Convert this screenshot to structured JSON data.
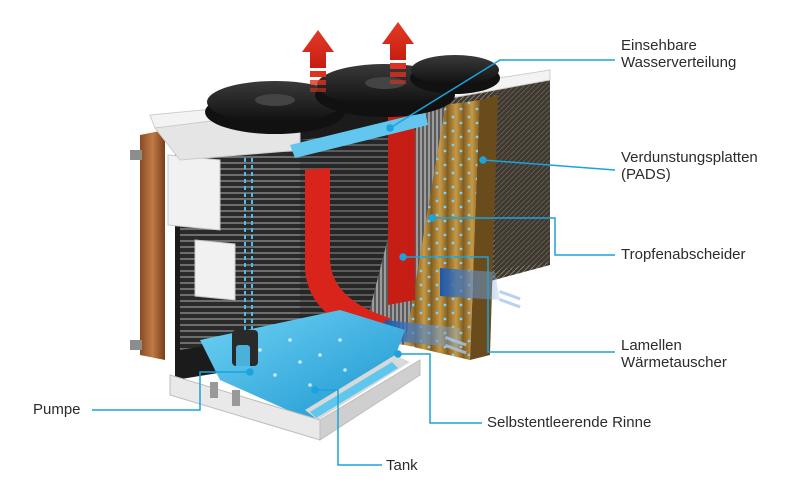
{
  "labels": {
    "wasserverteilung": [
      "Einsehbare",
      "Wasserverteilung"
    ],
    "pads": [
      "Verdunstungsplatten",
      "(PADS)"
    ],
    "tropfen": "Tropfenabscheider",
    "lamellen": [
      "Lamellen",
      "Wärmetauscher"
    ],
    "rinne": "Selbstentleerende Rinne",
    "tank": "Tank",
    "pumpe": "Pumpe"
  },
  "colors": {
    "leader_line": "#1aa3dc",
    "airflow_arrow": "#e0301e",
    "water": "#38b6e6",
    "pads": "#b48a3a",
    "hot_air_duct": "#d8241b",
    "fan": "#1a1a1a",
    "frame": "#eeeeee"
  },
  "icons": [
    "airflow-arrow-icon",
    "airflow-arrow-icon",
    "fan-icon",
    "fan-icon",
    "fan-icon"
  ]
}
